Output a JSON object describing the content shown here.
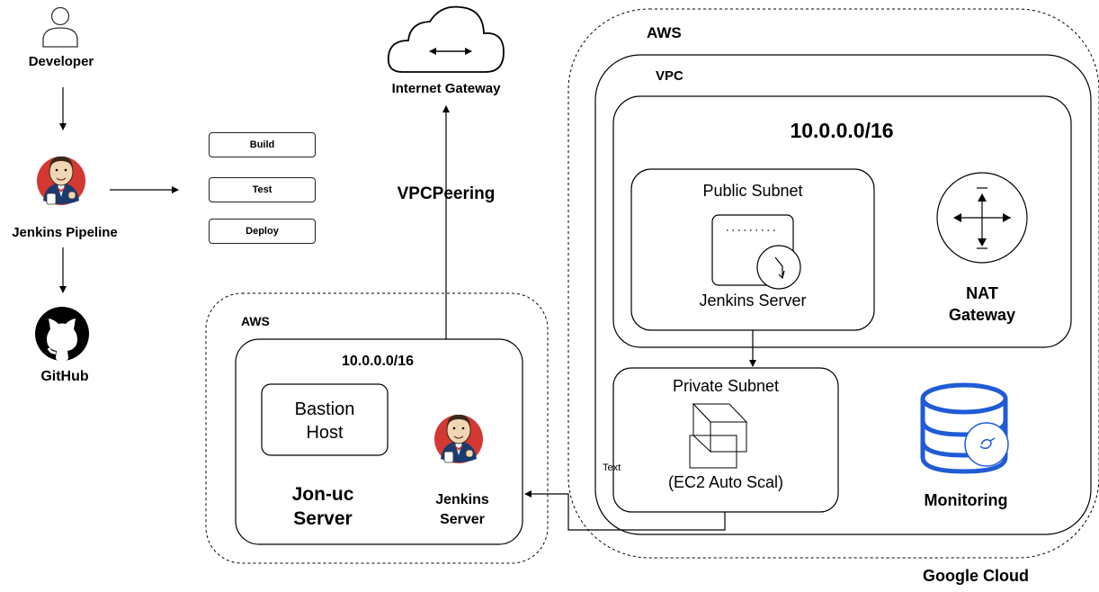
{
  "actors": {
    "developer": "Developer",
    "jenkins_pipeline": "Jenkins Pipeline",
    "github": "GitHub"
  },
  "pipeline_stages": [
    "Build",
    "Test",
    "Deploy"
  ],
  "internet_gateway": "Internet Gateway",
  "vpc_peering": "VPCPeering",
  "left_aws": {
    "title": "AWS",
    "cidr": "10.0.0.0/16",
    "bastion_line1": "Bastion",
    "bastion_line2": "Host",
    "server_line1": "Jon-uc",
    "server_line2": "Server",
    "jenkins_line1": "Jenkins",
    "jenkins_line2": "Server"
  },
  "right_aws": {
    "title": "AWS",
    "vpc": "VPC",
    "cidr": "10.0.0.0/16",
    "public_subnet": "Public Subnet",
    "jenkins_server": "Jenkins Server",
    "nat_line1": "NAT",
    "nat_line2": "Gateway",
    "private_subnet": "Private Subnet",
    "ec2": "(EC2 Auto Scal)",
    "monitoring": "Monitoring",
    "text_note": "Text"
  },
  "cloud_label": "Google Cloud",
  "icons": [
    "user-icon",
    "jenkins-icon",
    "github-icon",
    "cloud-icon",
    "nat-gateway-icon",
    "ec2-instance-icon",
    "auto-scaling-icon",
    "database-icon"
  ],
  "colors": {
    "stroke": "#000000",
    "jenkins_red": "#d33833",
    "db_blue": "#1f5bd6"
  }
}
